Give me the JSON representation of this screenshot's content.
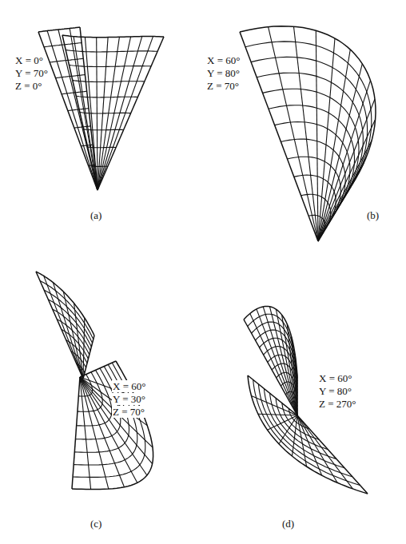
{
  "diagram": {
    "labels": [
      "X = 0°",
      "Y = 70°",
      "Z = 0°",
      "(a)",
      "X = 60°",
      "Y = 80°",
      "Z = 70°",
      "(b)",
      "X = 60°",
      "Y = 30°",
      "Z = 70°",
      "(c)",
      "X = 60°",
      "Y = 80°",
      "Z = 270°",
      "(d)"
    ]
  }
}
